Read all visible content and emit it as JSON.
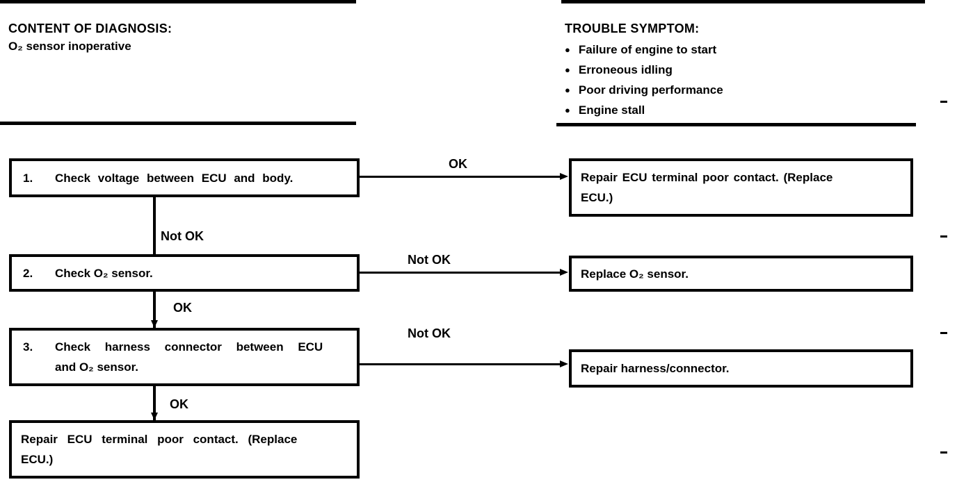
{
  "colors": {
    "ink": "#000000",
    "paper": "#ffffff"
  },
  "diagnosis": {
    "title": "CONTENT OF DIAGNOSIS:",
    "description": "O₂ sensor inoperative"
  },
  "symptom": {
    "title": "TROUBLE SYMPTOM:",
    "bullet_icon": "●",
    "items": [
      "Failure of engine to start",
      "Erroneous idling",
      "Poor driving performance",
      "Engine stall"
    ]
  },
  "flowchart": {
    "steps": [
      {
        "number": "1.",
        "lines": [
          "Check voltage between ECU and body."
        ],
        "branch_down_label": "Not OK",
        "branch_right_label": "OK",
        "result_lines": [
          "Repair ECU terminal poor contact. (Replace",
          "ECU.)"
        ]
      },
      {
        "number": "2.",
        "lines": [
          "Check O₂ sensor."
        ],
        "branch_down_label": "OK",
        "branch_right_label": "Not OK",
        "result_lines": [
          "Replace O₂ sensor."
        ]
      },
      {
        "number": "3.",
        "lines": [
          "Check harness connector between ECU",
          "and O₂ sensor."
        ],
        "branch_down_label": "OK",
        "branch_right_label": "Not OK",
        "result_lines": [
          "Repair harness/connector."
        ]
      }
    ],
    "final": {
      "lines": [
        "Repair ECU terminal poor contact. (Replace",
        "ECU.)"
      ]
    }
  }
}
